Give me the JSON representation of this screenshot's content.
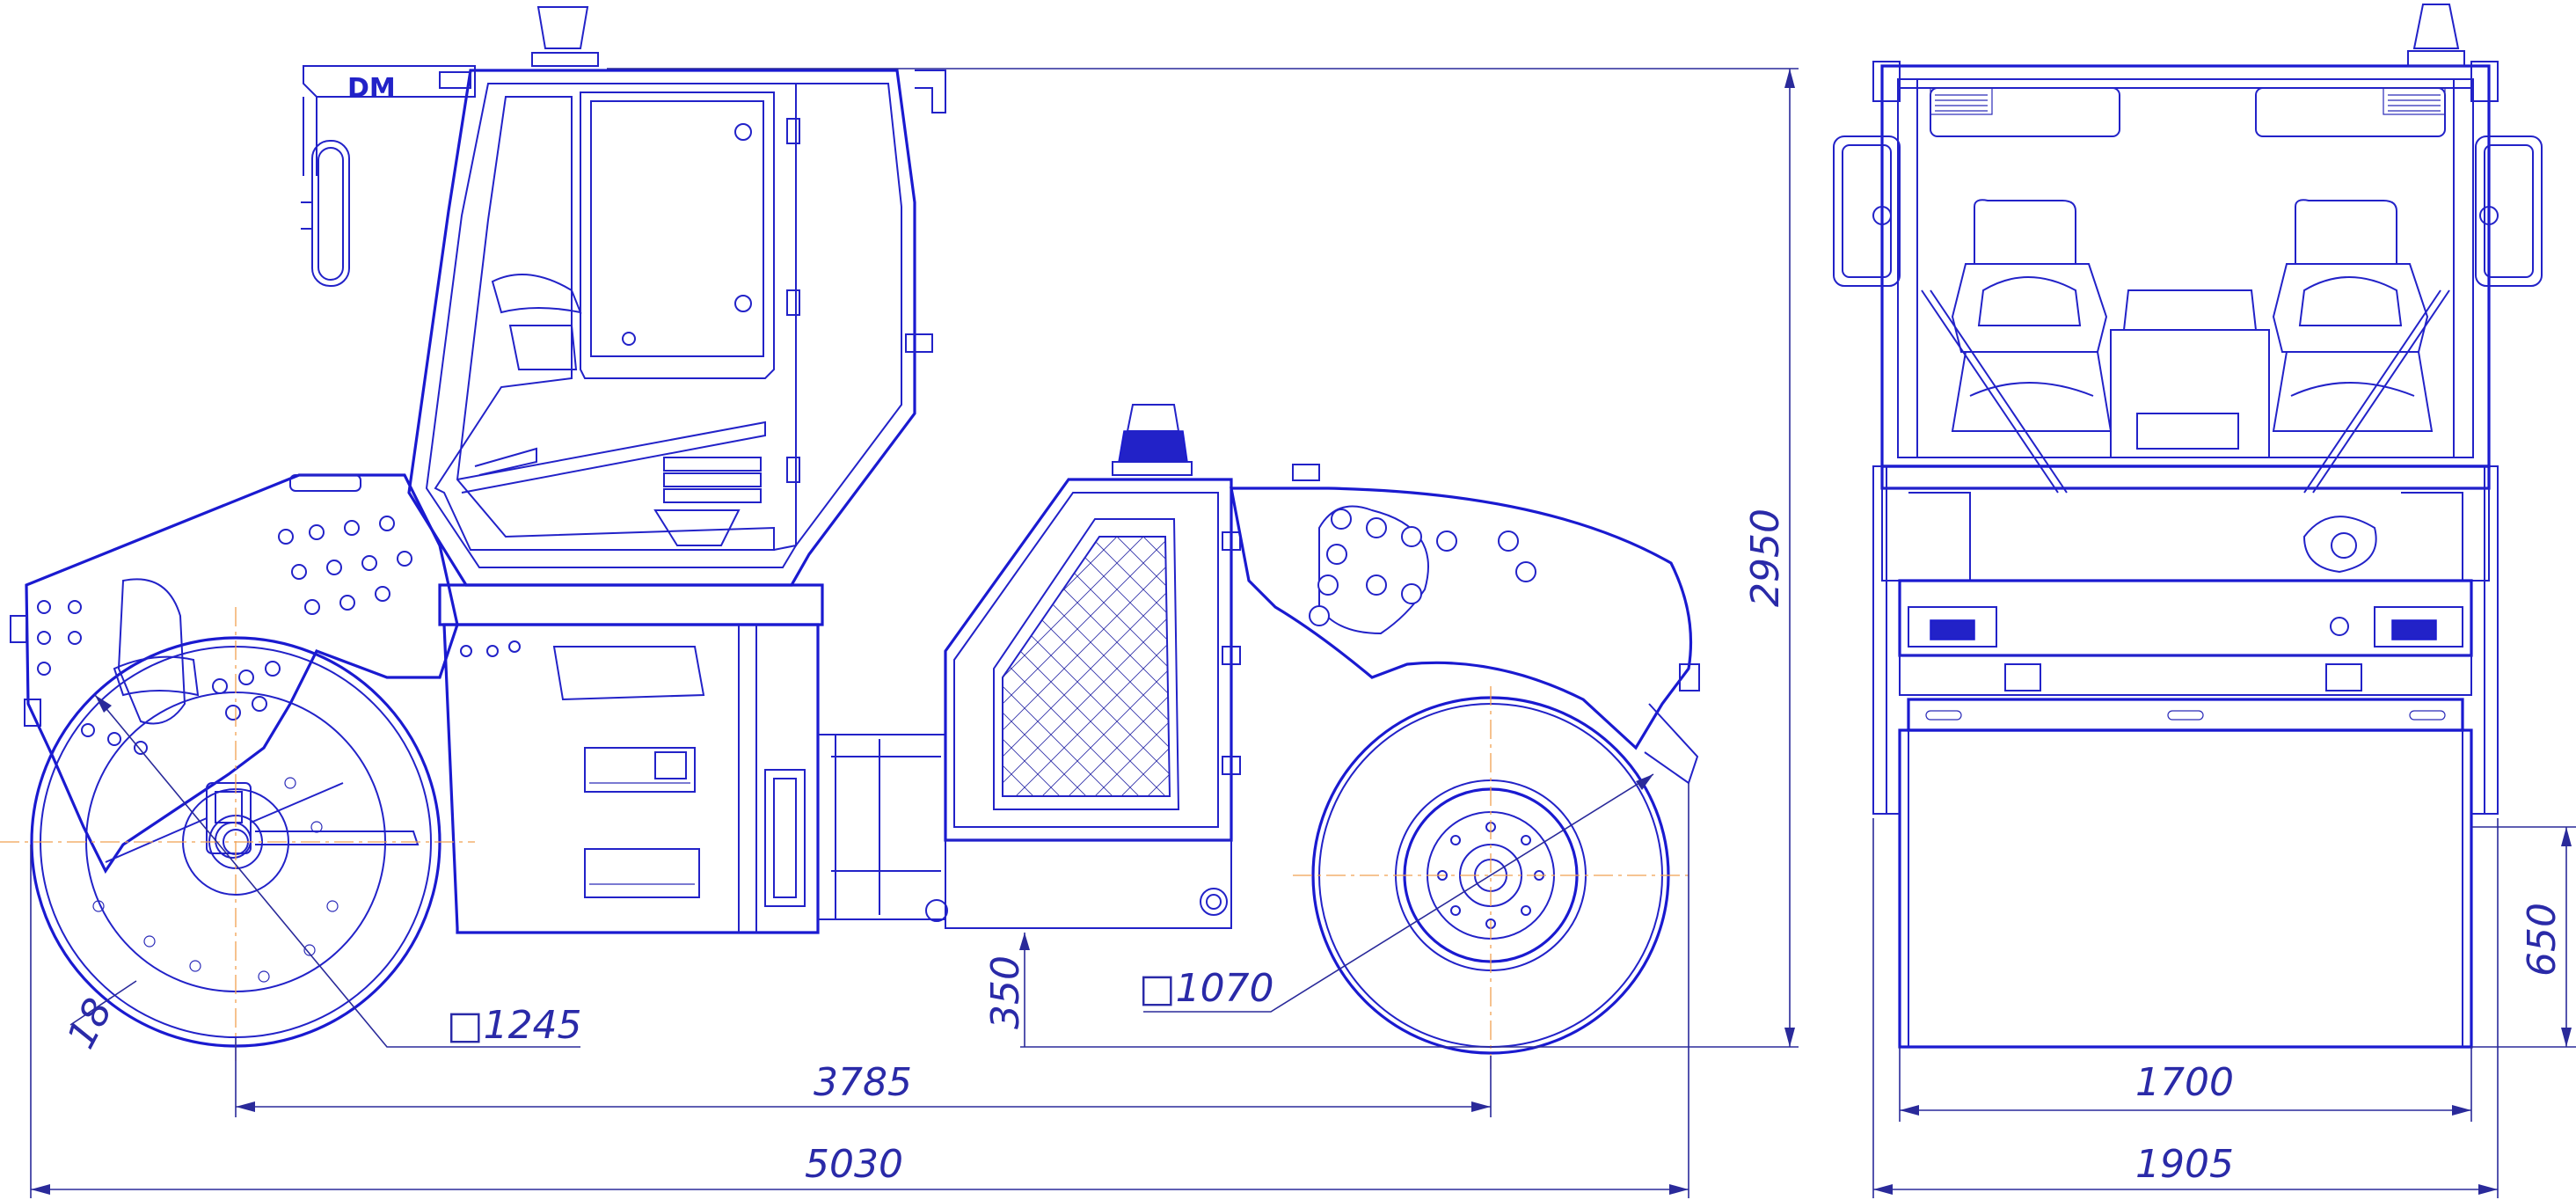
{
  "drawing": {
    "brand_mark": "DM",
    "line_color": "#2222c8",
    "dimension_color": "#2a2a9a",
    "centerline_color": "#f0a050",
    "dimensions": {
      "drum_diameter_front": "□1245",
      "drum_diameter_rear": "□1070",
      "drum_offset_angle": "18",
      "ground_clearance": "350",
      "overall_height": "2950",
      "wheelbase": "3785",
      "overall_length": "5030",
      "front_view_height": "650",
      "drum_width": "1700",
      "overall_width": "1905"
    }
  }
}
